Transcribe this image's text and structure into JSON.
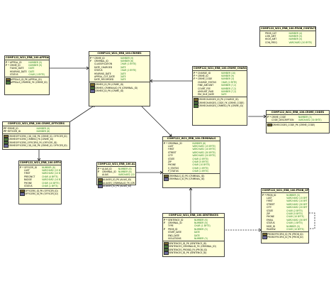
{
  "tables": {
    "prob_contact": {
      "title": "COMP122_W21_ERB_100.PROB_CONTACT",
      "columns": [
        {
          "mark": "",
          "name": "PROB_CAT",
          "type": "NUMBER (4)"
        },
        {
          "mark": "",
          "name": "LOW_AMT",
          "type": "NUMBER (5)"
        },
        {
          "mark": "",
          "name": "HIGH_AMT",
          "type": "NUMBER (5)"
        },
        {
          "mark": "",
          "name": "CON_FREQ",
          "type": "VARCHAR2 (20 BYTE)"
        }
      ],
      "keys": []
    },
    "appeals": {
      "title": "COMP122_W21_ERB_100.APPEALS",
      "columns": [
        {
          "mark": "P *",
          "name": "APPEAL_ID",
          "type": "NUMBER (5)"
        },
        {
          "mark": "F *",
          "name": "CRIME_ID",
          "type": "NUMBER (9)"
        },
        {
          "mark": "",
          "name": "FILING_DATE",
          "type": "DATE"
        },
        {
          "mark": "",
          "name": "HEARING_DATE",
          "type": "DATE"
        },
        {
          "mark": "",
          "name": "STATUS",
          "type": "CHAR (1 BYTE)"
        }
      ],
      "keys": [
        {
          "kind": "pk",
          "label": "APPEALS_ID_PK (APPEAL_ID)"
        },
        {
          "kind": "fk",
          "label": "APPEALS_CRIMEID_FK (CRIME_ID)"
        }
      ]
    },
    "crimes": {
      "title": "COMP122_W21_ERB_100.CRIMES",
      "columns": [
        {
          "mark": "P *",
          "name": "CRIME_ID",
          "type": "NUMBER (9)"
        },
        {
          "mark": "F",
          "name": "CRIMINAL_ID",
          "type": "NUMBER (6)"
        },
        {
          "mark": "",
          "name": "CLASSIFICATION",
          "type": "CHAR (1 BYTE)"
        },
        {
          "mark": "",
          "name": "DATE_CHARGED",
          "type": "DATE"
        },
        {
          "mark": "",
          "name": "STATUS",
          "type": "CHAR (2 BYTE)"
        },
        {
          "mark": "",
          "name": "HEARING_DATE",
          "type": "DATE"
        },
        {
          "mark": "",
          "name": "APPEAL_CUT_DATE",
          "type": "DATE"
        },
        {
          "mark": "",
          "name": "DATE_RECORDED",
          "type": "DATE"
        }
      ],
      "keys": [
        {
          "kind": "pk",
          "label": "CRIMES_ID_PK (CRIME_ID)"
        },
        {
          "kind": "fk",
          "label": "CRIMES_CRIMINALID_FK (CRIMINAL_ID)"
        },
        {
          "kind": "uk",
          "label": "CRIMES_ID_PK (CRIME_ID)"
        }
      ]
    },
    "crime_charges": {
      "title": "COMP122_W21_ERB_100.CRIME_CHARGES",
      "columns": [
        {
          "mark": "P *",
          "name": "CHARGE_ID",
          "type": "NUMBER (10)"
        },
        {
          "mark": "F *",
          "name": "CRIME_ID",
          "type": "NUMBER (9)"
        },
        {
          "mark": "F *",
          "name": "CRIME_CODE",
          "type": "NUMBER (3)"
        },
        {
          "mark": "",
          "name": "CHARGE_STATUS",
          "type": "CHAR (2 BYTE)"
        },
        {
          "mark": "",
          "name": "FINE_AMOUNT",
          "type": "NUMBER (7,2)"
        },
        {
          "mark": "",
          "name": "COURT_FEE",
          "type": "NUMBER (7,2)"
        },
        {
          "mark": "",
          "name": "AMOUNT_PAID",
          "type": "NUMBER (7,2)"
        },
        {
          "mark": "",
          "name": "PAY_DUE_DATE",
          "type": "DATE"
        }
      ],
      "keys": [
        {
          "kind": "pk",
          "label": "CRIMECHARGES_ID_PK (CHARGE_ID)"
        },
        {
          "kind": "fk",
          "label": "CRIMECHARGES_CODE_FK (CRIME_CODE)"
        },
        {
          "kind": "fk",
          "label": "CRIMECHARGES_CRIMEID_FK (CRIME_ID)"
        }
      ]
    },
    "crime_codes": {
      "title": "COMP122_W21_ERB_100.CRIME_CODES",
      "columns": [
        {
          "mark": "P *",
          "name": "CRIME_CODE",
          "type": "NUMBER (3)"
        },
        {
          "mark": "",
          "name": "CODE_DESCRIPTION",
          "type": "VARCHAR2 (30 BYTE)"
        }
      ],
      "keys": [
        {
          "kind": "pk",
          "label": "CRIMECODES_CODE_PK (CRIME_CODE)"
        }
      ]
    },
    "crime_officers": {
      "title": "COMP122_W21_ERB_100.CRIME_OFFICERS",
      "columns": [
        {
          "mark": "PF *",
          "name": "CRIME_ID",
          "type": "NUMBER (9)"
        },
        {
          "mark": "PF *",
          "name": "OFFICER_ID",
          "type": "NUMBER (8)"
        }
      ],
      "keys": [
        {
          "kind": "pk",
          "label": "CRIMEOFFICERS_CID_OID_PK (CRIME_ID, OFFICER_ID)"
        },
        {
          "kind": "fk",
          "label": "CRIMEOFFICERS_CRIMEID_FK (CRIME_ID)"
        },
        {
          "kind": "fk",
          "label": "CRIMEOFFICERS_OFFICERS_FK (OFFICER_ID)"
        },
        {
          "kind": "uk",
          "label": "CRIMEOFFICERS_CID_OID_PK (CRIME_ID, OFFICER_ID)"
        }
      ]
    },
    "officers": {
      "title": "COMP122_W21_ERB_100.OFFICERS",
      "columns": [
        {
          "mark": "P *",
          "name": "OFFICER_ID",
          "type": "NUMBER (8)"
        },
        {
          "mark": "",
          "name": "LAST",
          "type": "VARCHAR2 (15 BYTE)"
        },
        {
          "mark": "",
          "name": "FIRST",
          "type": "VARCHAR2 (10 BYTE)"
        },
        {
          "mark": "",
          "name": "PRECINCT",
          "type": "CHAR (4 BYTE)"
        },
        {
          "mark": "",
          "name": "BADGE",
          "type": "VARCHAR2 (14 BYTE)"
        },
        {
          "mark": "",
          "name": "PHONE",
          "type": "CHAR (10 BYTE)"
        },
        {
          "mark": "",
          "name": "STATUS",
          "type": "CHAR (1 BYTE)"
        }
      ],
      "keys": [
        {
          "kind": "pk",
          "label": "OFFICERS_ID_PK (OFFICER_ID)"
        },
        {
          "kind": "uk",
          "label": "OFFICERS_ID_PK (OFFICER_ID)"
        }
      ]
    },
    "criminals": {
      "title": "COMP122_W21_ERB_100.CRIMINALS",
      "columns": [
        {
          "mark": "P *",
          "name": "CRIMINAL_ID",
          "type": "NUMBER (6)"
        },
        {
          "mark": "",
          "name": "LAST",
          "type": "VARCHAR2 (15 BYTE)"
        },
        {
          "mark": "",
          "name": "FIRST",
          "type": "VARCHAR2 (10 BYTE)"
        },
        {
          "mark": "",
          "name": "STREET",
          "type": "VARCHAR2 (30 BYTE)"
        },
        {
          "mark": "",
          "name": "CITY",
          "type": "VARCHAR2 (20 BYTE)"
        },
        {
          "mark": "",
          "name": "STATE",
          "type": "CHAR (2 BYTE)"
        },
        {
          "mark": "",
          "name": "ZIP",
          "type": "CHAR (5 BYTE)"
        },
        {
          "mark": "",
          "name": "PHONE",
          "type": "CHAR (10 BYTE)"
        },
        {
          "mark": "",
          "name": "V_STATUS",
          "type": "CHAR (1 BYTE)"
        },
        {
          "mark": "",
          "name": "P_STATUS",
          "type": "CHAR (1 BYTE)"
        }
      ],
      "keys": [
        {
          "kind": "pk",
          "label": "CRIMINALS_ID_PK (CRIMINAL_ID)"
        },
        {
          "kind": "uk",
          "label": "CRIMINALS_ID_PK (CRIMINAL_ID)"
        }
      ]
    },
    "aliases": {
      "title": "COMP122_W21_ERB_100.ALIASES",
      "columns": [
        {
          "mark": "P *",
          "name": "ALIAS_ID",
          "type": "NUMBER (6)"
        },
        {
          "mark": "F",
          "name": "CRIMINAL_ID",
          "type": "NUMBER (6)"
        },
        {
          "mark": "",
          "name": "ALIAS",
          "type": "VARCHAR2 (10 BYTE)"
        }
      ],
      "keys": [
        {
          "kind": "pk",
          "label": "ALIASES_ID_PK (ALIAS_ID)"
        },
        {
          "kind": "fk",
          "label": "ALIASES_CRIMINALID_FK (CRIMINAL_ID)"
        },
        {
          "kind": "uk",
          "label": "ALIASES_ID_PK (ALIAS_ID)"
        }
      ]
    },
    "sentences": {
      "title": "COMP122_W21_ERB_100.SENTENCES",
      "columns": [
        {
          "mark": "P *",
          "name": "SENTENCE_ID",
          "type": "NUMBER (6)"
        },
        {
          "mark": "F",
          "name": "CRIMINAL_ID",
          "type": "NUMBER (6)"
        },
        {
          "mark": "",
          "name": "TYPE",
          "type": "CHAR (1 BYTE)"
        },
        {
          "mark": "F",
          "name": "PROB_ID",
          "type": "NUMBER (5)"
        },
        {
          "mark": "",
          "name": "START_DATE",
          "type": "DATE"
        },
        {
          "mark": "",
          "name": "END_DATE",
          "type": "DATE"
        },
        {
          "mark": "",
          "name": "VIOLATIONS",
          "type": "NUMBER (3)"
        }
      ],
      "keys": [
        {
          "kind": "pk",
          "label": "SENTENCES_ID_PK (SENTENCE_ID)"
        },
        {
          "kind": "fk",
          "label": "SENTENCES_CRIMINALID_FK (CRIMINAL_ID)"
        },
        {
          "kind": "fk",
          "label": "SENTENCES_PROBID_FK (PROB_ID)"
        },
        {
          "kind": "uk",
          "label": "SENTENCES_ID_PK (SENTENCE_ID)"
        }
      ]
    },
    "prob_officers": {
      "title": "COMP122_W21_ERB_100.PROB_OFFICERS",
      "columns": [
        {
          "mark": "P *",
          "name": "PROB_ID",
          "type": "NUMBER (5)"
        },
        {
          "mark": "",
          "name": "LAST",
          "type": "VARCHAR2 (15 BYTE)"
        },
        {
          "mark": "",
          "name": "FIRST",
          "type": "VARCHAR2 (10 BYTE)"
        },
        {
          "mark": "",
          "name": "STREET",
          "type": "VARCHAR2 (30 BYTE)"
        },
        {
          "mark": "",
          "name": "CITY",
          "type": "VARCHAR2 (20 BYTE)"
        },
        {
          "mark": "",
          "name": "STATE",
          "type": "CHAR (2 BYTE)"
        },
        {
          "mark": "",
          "name": "ZIP",
          "type": "CHAR (5 BYTE)"
        },
        {
          "mark": "",
          "name": "PHONE",
          "type": "CHAR (10 BYTE)"
        },
        {
          "mark": "",
          "name": "EMAIL",
          "type": "VARCHAR2 (30 BYTE)"
        },
        {
          "mark": "",
          "name": "STATUS",
          "type": "CHAR (1 BYTE)"
        },
        {
          "mark": "",
          "name": "MGR_ID",
          "type": "NUMBER (5)"
        },
        {
          "mark": "",
          "name": "PAGER#",
          "type": "CHAR (10 BYTE)"
        }
      ],
      "keys": [
        {
          "kind": "pk",
          "label": "PROBOFFICERS_ID_PK (PROB_ID)"
        },
        {
          "kind": "uk",
          "label": "PROBOFFICERS_ID_PK (PROB_ID)"
        }
      ]
    }
  },
  "colors": {
    "table_fill": "#ffffd8",
    "border": "#444444",
    "type_text": "#1a7a1a",
    "line": "#222222"
  }
}
